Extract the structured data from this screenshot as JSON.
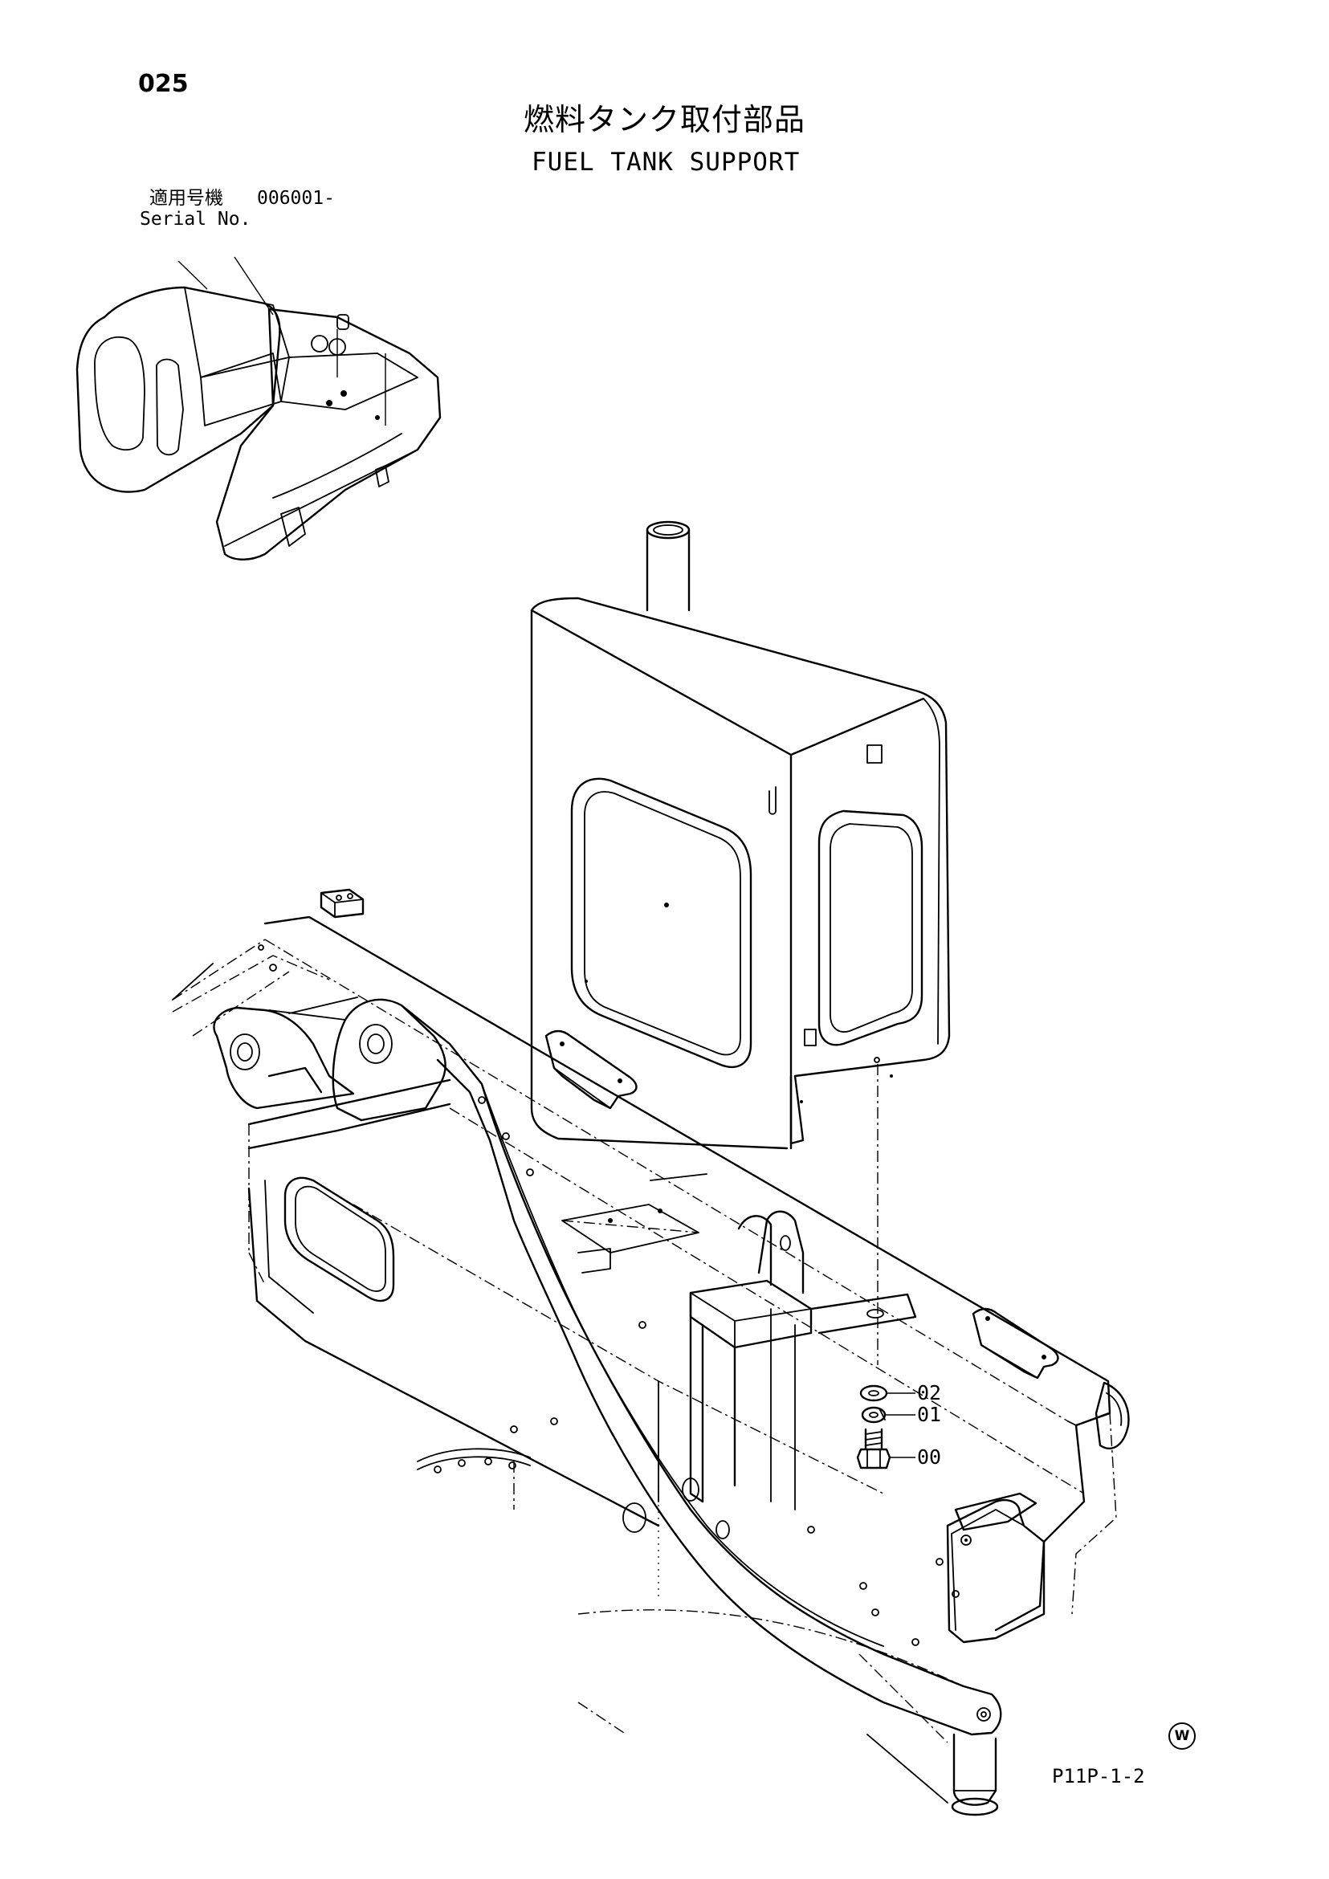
{
  "page": {
    "number": "025",
    "title_jp": "燃料タンク取付部品",
    "title_en": "FUEL TANK SUPPORT"
  },
  "serial": {
    "label_jp": "適用号機",
    "value": "006001-",
    "label_en": "Serial No."
  },
  "callouts": [
    {
      "ref": "02",
      "part": "washer"
    },
    {
      "ref": "01",
      "part": "lock washer"
    },
    {
      "ref": "00",
      "part": "bolt"
    }
  ],
  "footer": {
    "drawing_code": "P11P-1-2",
    "mark": "W"
  }
}
